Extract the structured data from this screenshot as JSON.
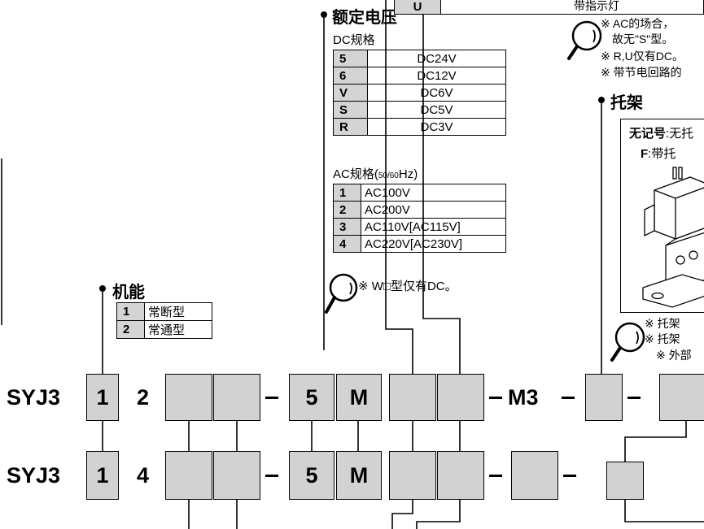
{
  "voltage": {
    "title": "额定电压",
    "dc_subtitle": "DC规格",
    "dc_rows": [
      {
        "code": "5",
        "value": "DC24V"
      },
      {
        "code": "6",
        "value": "DC12V"
      },
      {
        "code": "V",
        "value": "DC6V"
      },
      {
        "code": "S",
        "value": "DC5V"
      },
      {
        "code": "R",
        "value": "DC3V"
      }
    ],
    "ac_subtitle_a": "AC规格(",
    "ac_subtitle_b": "50/60",
    "ac_subtitle_c": "Hz)",
    "ac_rows": [
      {
        "code": "1",
        "value": "AC100V"
      },
      {
        "code": "2",
        "value": "AC200V"
      },
      {
        "code": "3",
        "value": "AC110V[AC115V]"
      },
      {
        "code": "4",
        "value": "AC220V[AC230V]"
      }
    ],
    "note": "※ W□型仅有DC。"
  },
  "function": {
    "title": "机能",
    "rows": [
      {
        "code": "1",
        "value": "常断型"
      },
      {
        "code": "2",
        "value": "常通型"
      }
    ]
  },
  "top_right": {
    "row_code": "U",
    "row_text": "带指示灯",
    "note1": "※ AC的场合，",
    "note2": "故无\"S\"型。",
    "note3": "※ R,U仅有DC。",
    "note4": "※ 带节电回路的"
  },
  "bracket": {
    "title": "托架",
    "none_label": "无记号",
    "none_text": ":无托",
    "f_label": "F",
    "f_text": ":带托",
    "note1": "※ 托架",
    "note2": "※ 托架",
    "note3": "※ 外部"
  },
  "model_row1": {
    "prefix": "SYJ3",
    "b1": "1",
    "t2": "2",
    "b5": "5",
    "bM": "M",
    "m3": "M3"
  },
  "model_row2": {
    "prefix": "SYJ3",
    "b1": "1",
    "t4": "4",
    "b5": "5",
    "bM": "M"
  },
  "colors": {
    "box_fill": "#d2d2d2",
    "header_fill": "#d4d4d4"
  }
}
